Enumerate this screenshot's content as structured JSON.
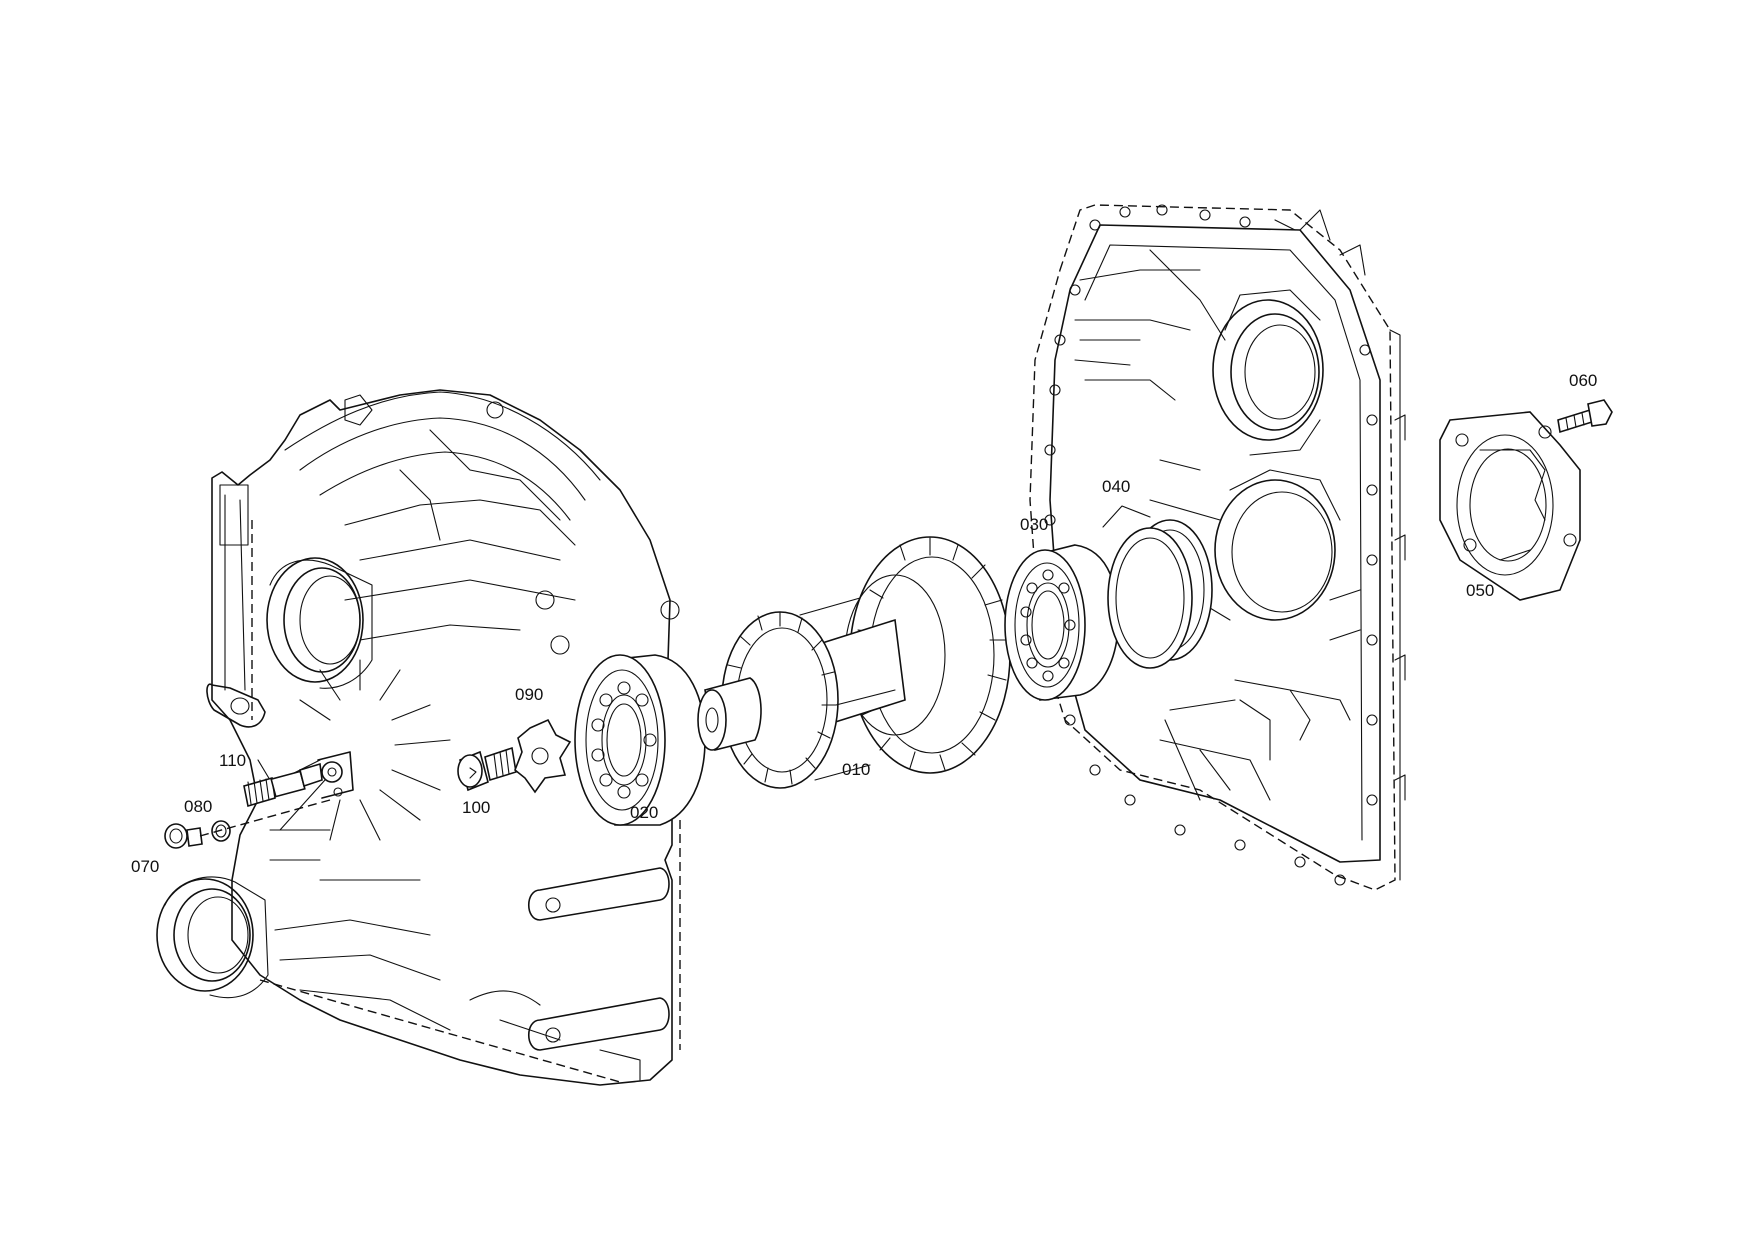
{
  "parts": {
    "p010": "010",
    "p020": "020",
    "p030": "030",
    "p040": "040",
    "p050": "050",
    "p060": "060",
    "p070": "070",
    "p080": "080",
    "p090": "090",
    "p100": "100",
    "p110": "110"
  },
  "colors": {
    "ink": "#111111",
    "paper": "#ffffff"
  }
}
